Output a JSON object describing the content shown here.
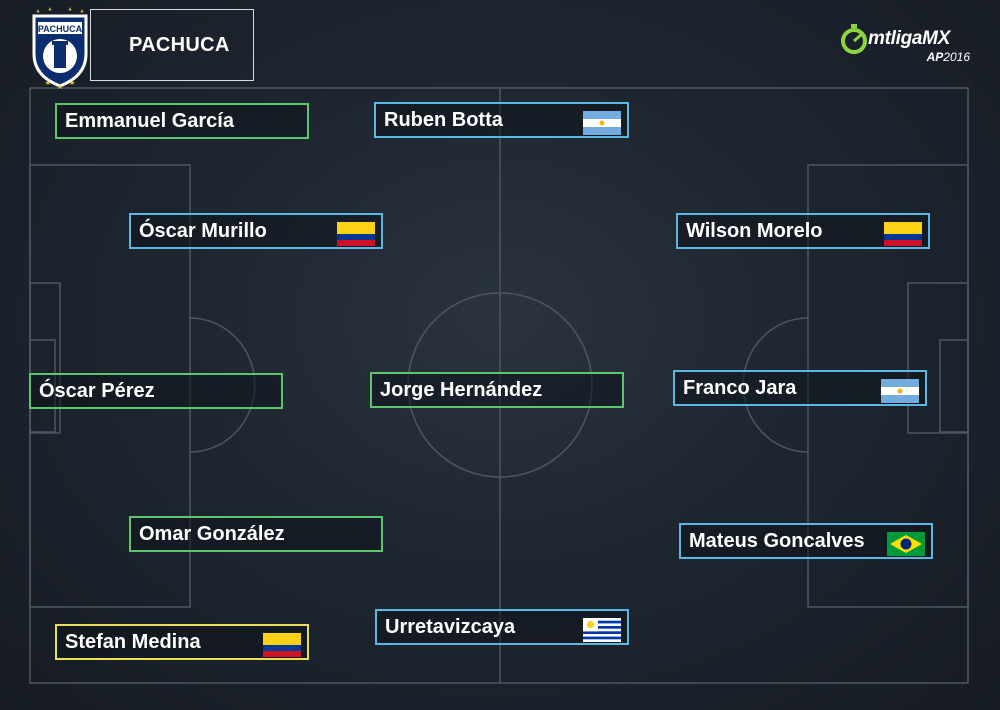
{
  "header": {
    "team_name": "PACHUCA",
    "crest_text": "PACHUCA",
    "brand_prefix": "mt",
    "brand_main": "ligaMX",
    "brand_season": "AP",
    "brand_year": "2016"
  },
  "players": [
    {
      "name": "Emmanuel García",
      "flag": null,
      "border": "#5dc66b"
    },
    {
      "name": "Ruben Botta",
      "flag": "argentina-flag-icon",
      "border": "#5ab8e2"
    },
    {
      "name": "Óscar Murillo",
      "flag": "colombia-flag-icon",
      "border": "#5ab8e2"
    },
    {
      "name": "Wilson Morelo",
      "flag": "colombia-flag-icon",
      "border": "#5ab8e2"
    },
    {
      "name": "Óscar Pérez",
      "flag": null,
      "border": "#5dc66b"
    },
    {
      "name": "Jorge Hernández",
      "flag": null,
      "border": "#5dc66b"
    },
    {
      "name": "Franco Jara",
      "flag": "argentina-flag-icon",
      "border": "#5ab8e2"
    },
    {
      "name": "Omar González",
      "flag": null,
      "border": "#5dc66b"
    },
    {
      "name": "Mateus Goncalves",
      "flag": "brazil-flag-icon",
      "border": "#5ab8e2"
    },
    {
      "name": "Stefan Medina",
      "flag": "colombia-flag-icon",
      "border": "#e8de5a"
    },
    {
      "name": "Urretavizcaya",
      "flag": "uruguay-flag-icon",
      "border": "#5ab8e2"
    }
  ],
  "colors": {
    "national_player_border": "#5dc66b",
    "foreign_player_border": "#5ab8e2",
    "highlight_border": "#e8de5a",
    "pitch_lines": "#5b6470",
    "background": "#1f2630"
  }
}
